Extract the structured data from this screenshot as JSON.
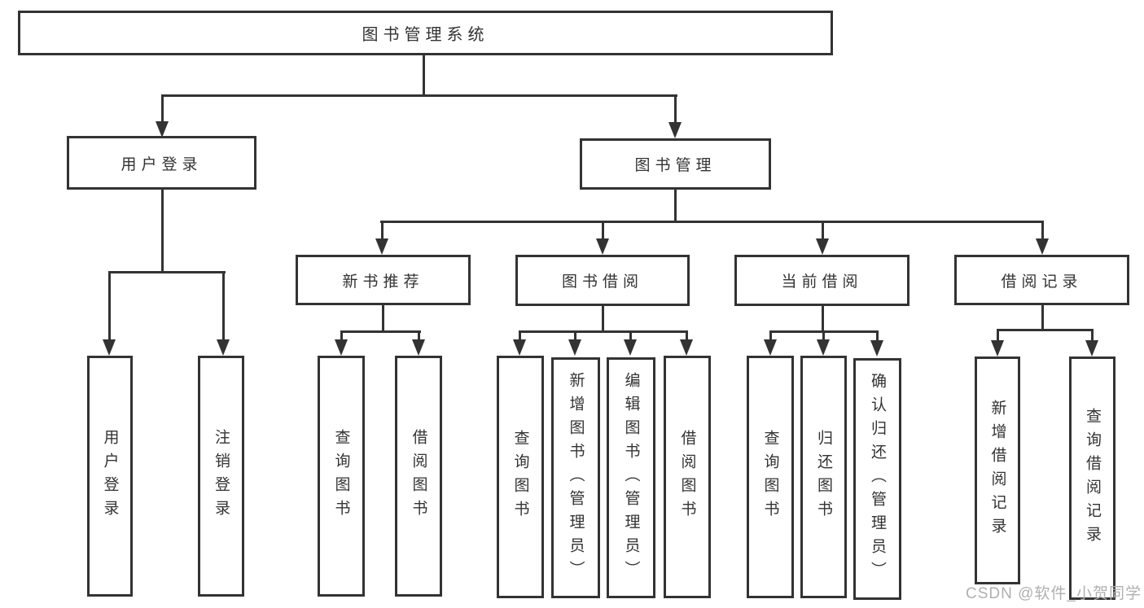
{
  "tree": {
    "root": "图书管理系统",
    "user_login": {
      "label": "用户登录",
      "children": {
        "login": "用户登录",
        "logout": "注销登录"
      }
    },
    "book_mgmt": {
      "label": "图书管理",
      "branches": {
        "new_book": {
          "label": "新书推荐",
          "children": {
            "query": "查询图书",
            "borrow": "借阅图书"
          }
        },
        "borrow": {
          "label": "图书借阅",
          "children": {
            "query": "查询图书",
            "add": "新增图书（管理员）",
            "edit": "编辑图书（管理员）",
            "borrow": "借阅图书"
          }
        },
        "current": {
          "label": "当前借阅",
          "children": {
            "query": "查询图书",
            "ret": "归还图书",
            "confirm": "确认归还（管理员）"
          }
        },
        "records": {
          "label": "借阅记录",
          "children": {
            "add": "新增借阅记录",
            "query": "查询借阅记录"
          }
        }
      }
    }
  },
  "watermark": "CSDN @软件_小贺同学",
  "colors": {
    "line": "#333333",
    "text": "#333333",
    "watermark": "#b0b0b0",
    "background": "#ffffff"
  }
}
